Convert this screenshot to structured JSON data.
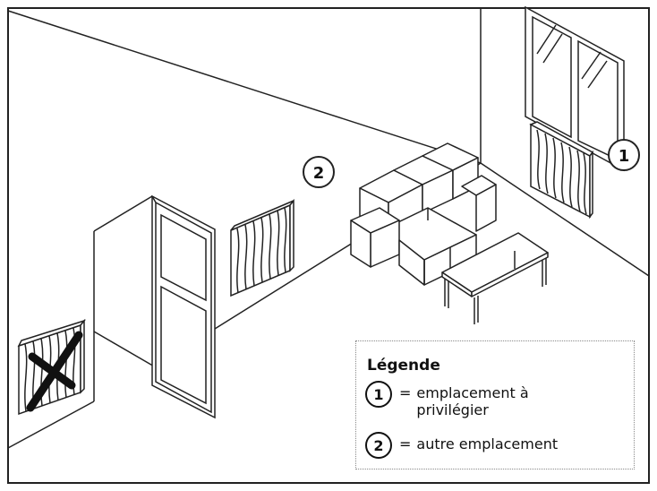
{
  "markers": {
    "one": "1",
    "two": "2"
  },
  "legend": {
    "title": "Légende",
    "items": [
      {
        "number": "1",
        "equals": "=",
        "text": "emplacement à privilégier"
      },
      {
        "number": "2",
        "equals": "=",
        "text": "autre emplacement"
      }
    ]
  },
  "icons": [
    "radiator-icon",
    "crossed-out-radiator-icon",
    "window-icon",
    "door-icon",
    "sofa-icon",
    "coffee-table-icon"
  ],
  "colors": {
    "line": "#222222",
    "radiator_body": "#ffffff",
    "background": "#ffffff"
  }
}
